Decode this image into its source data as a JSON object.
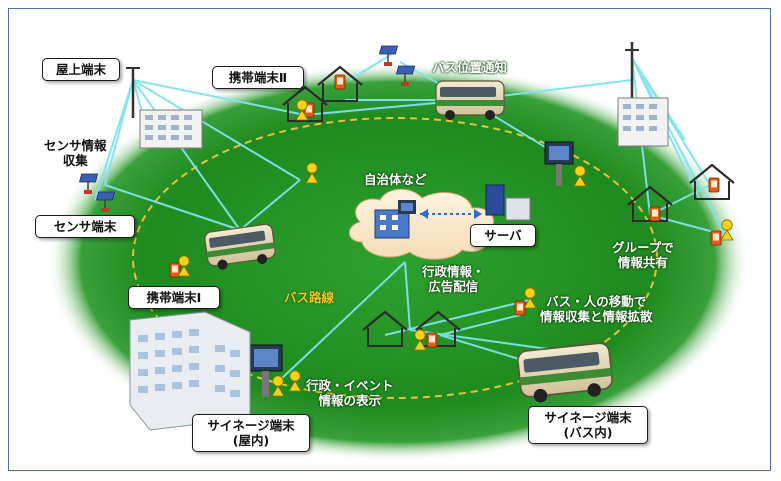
{
  "labels": {
    "rooftop_terminal": "屋上端末",
    "mobile_terminal_2": "携帯端末Ⅱ",
    "bus_location": "バス位置通知",
    "sensor_collection_1": "センサ情報",
    "sensor_collection_2": "収集",
    "sensor_terminal": "センサ端末",
    "municipality": "自治体など",
    "server": "サーバ",
    "group_share_1": "グループで",
    "group_share_2": "情報共有",
    "admin_info_1": "行政情報・",
    "admin_info_2": "広告配信",
    "mobile_terminal_1": "携帯端末Ⅰ",
    "bus_route": "バス路線",
    "movement_1": "バス・人の移動で",
    "movement_2": "情報収集と情報拡散",
    "event_display_1": "行政・イベント",
    "event_display_2": "情報の表示",
    "signage_indoor_1": "サイネージ端末",
    "signage_indoor_2": "(屋内)",
    "signage_bus_1": "サイネージ端末",
    "signage_bus_2": "(バス内)"
  },
  "colors": {
    "field_green": "#1f8a1f",
    "field_edge": "#ffffff",
    "link_cyan": "#7fe3f0",
    "route_yellow": "#e8c23a",
    "bus_body": "#e9dfc0",
    "bus_stripe": "#3e8a35",
    "person_yellow": "#f4d21c",
    "frame_blue": "#4f6fa8"
  }
}
